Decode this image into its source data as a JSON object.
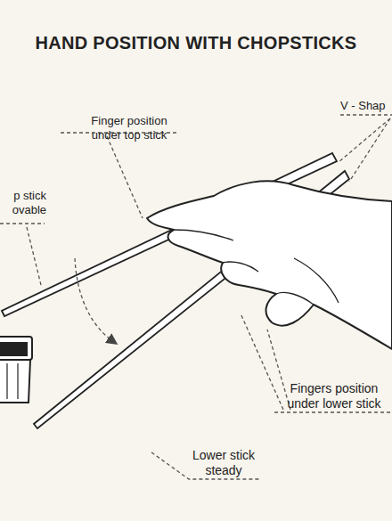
{
  "diagram": {
    "title": "HAND POSITION WITH CHOPSTICKS",
    "labels": [
      "Finger position under top stick",
      "V - Shap",
      "p stick ovable",
      "Fingers position under lower stick",
      "Lower stick steady"
    ]
  }
}
